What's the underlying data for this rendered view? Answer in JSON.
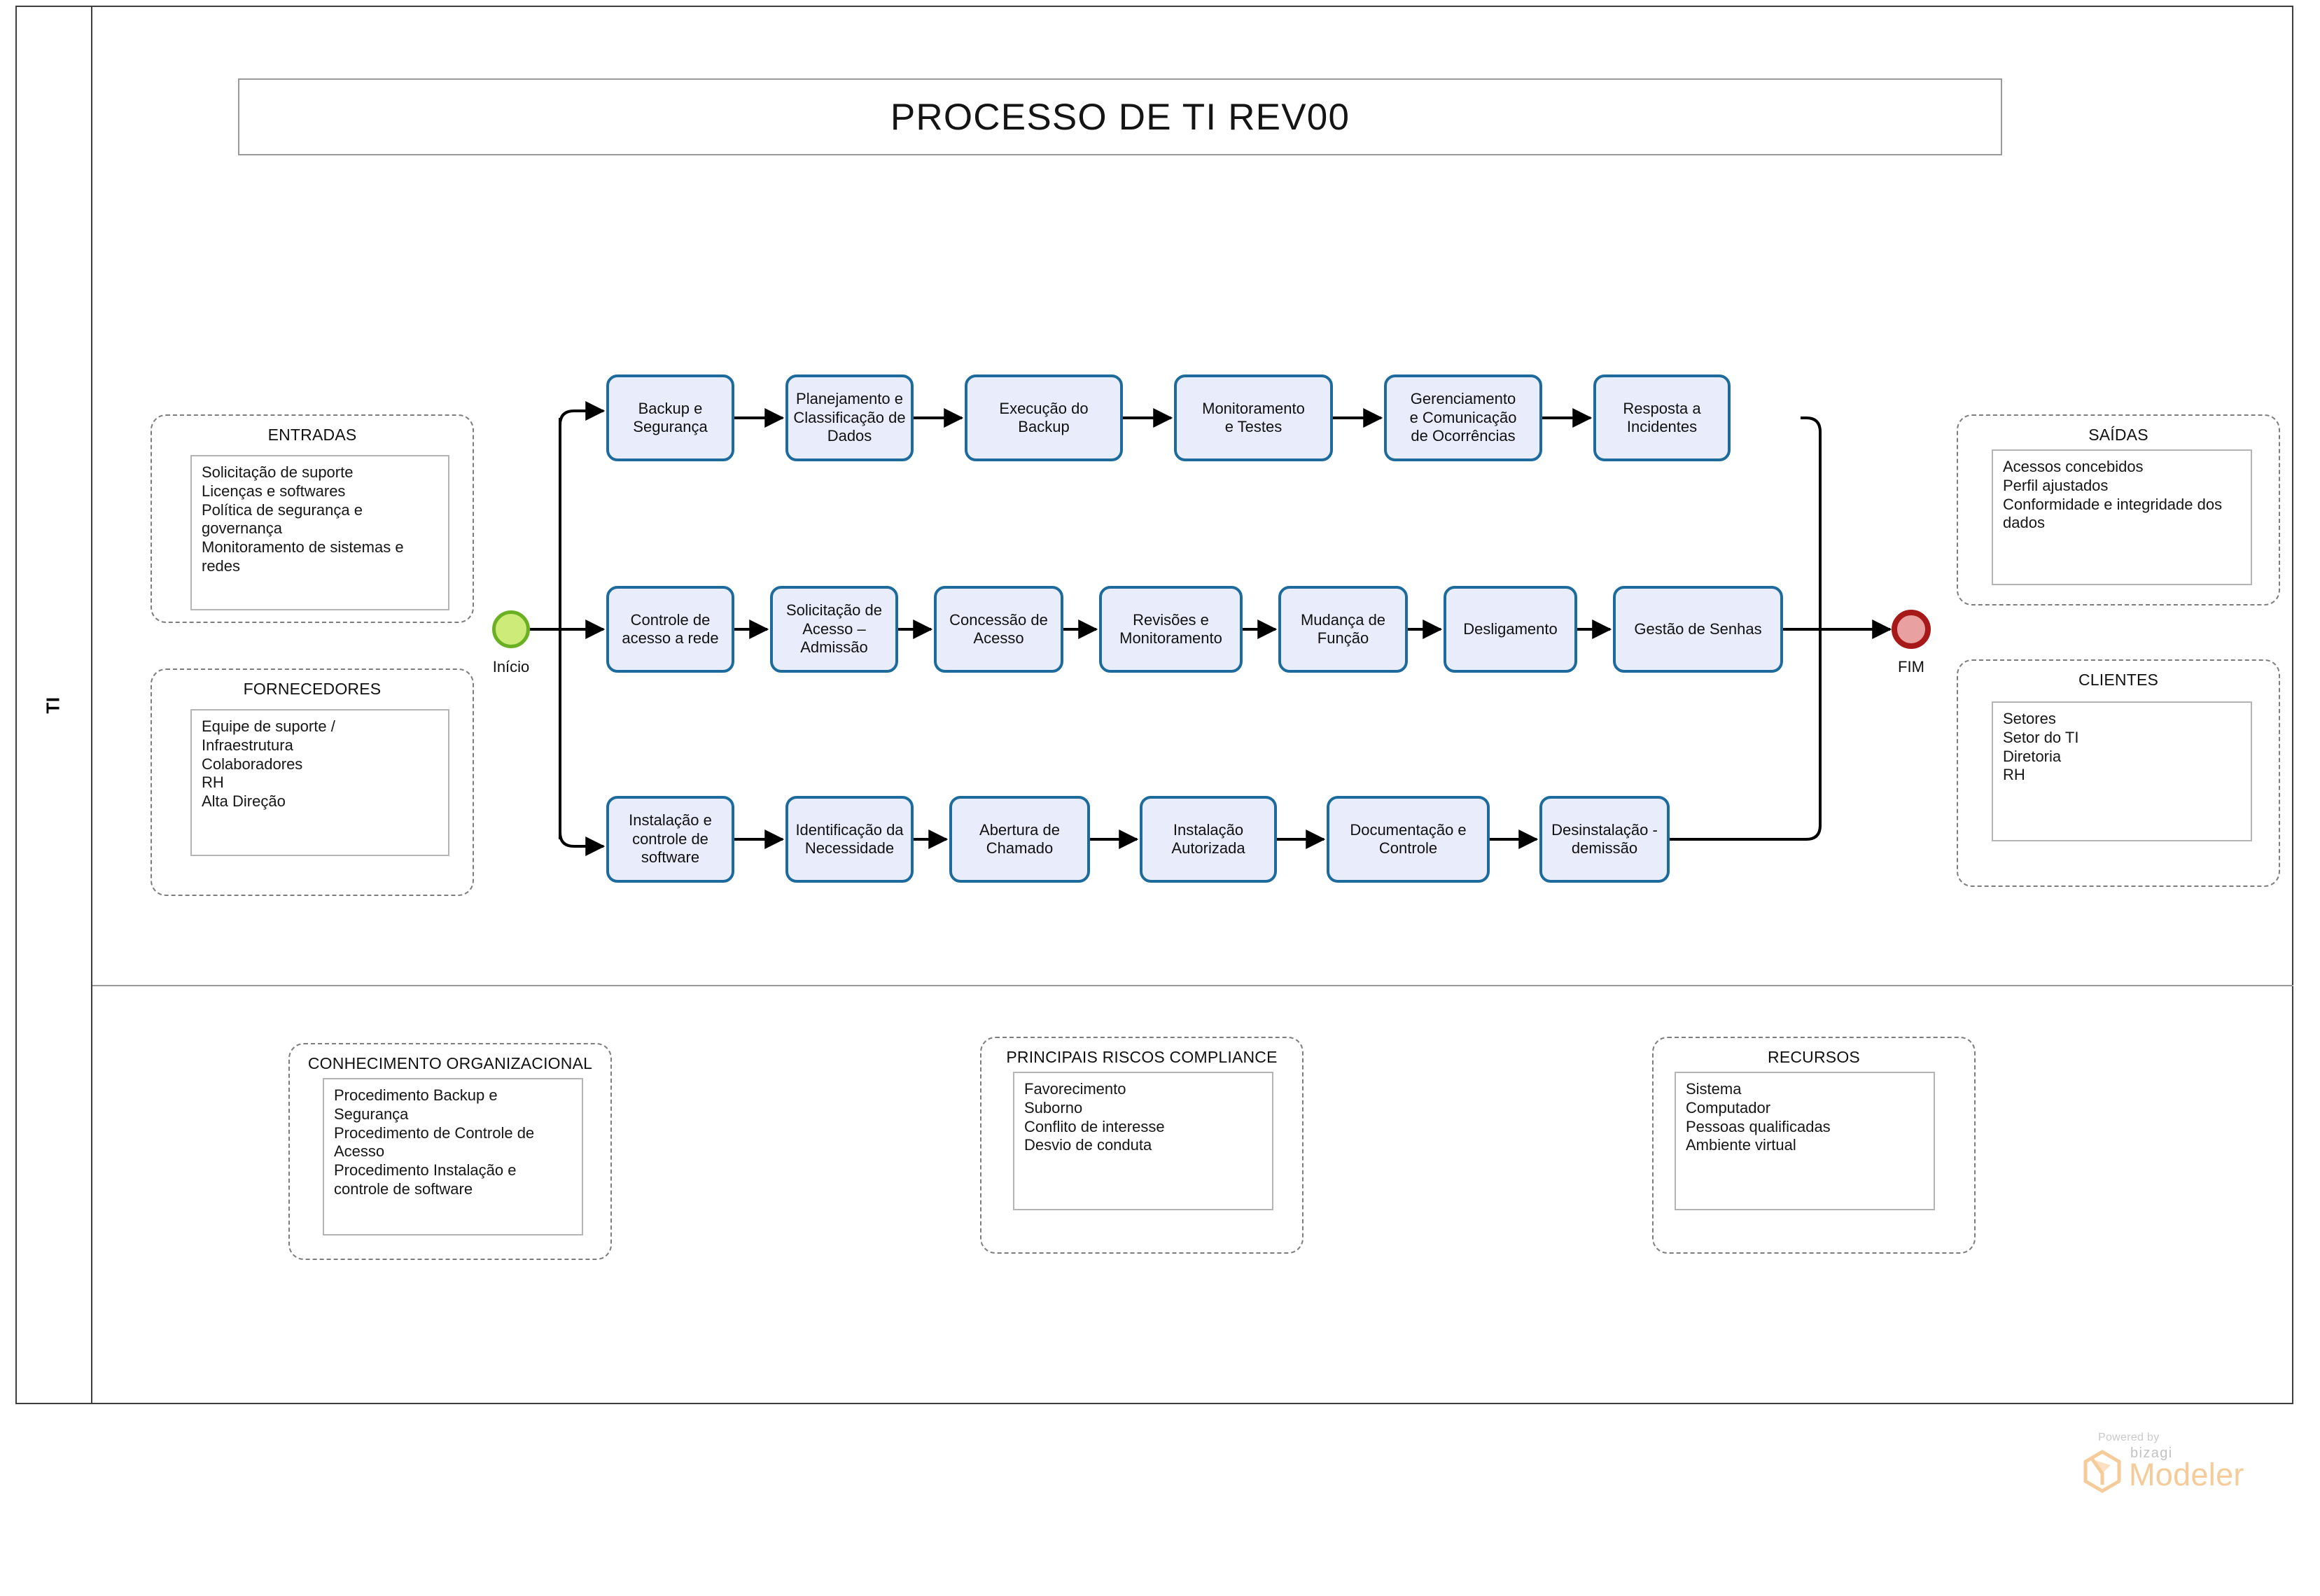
{
  "title": "PROCESSO DE TI REV00",
  "lane": {
    "label": "TI"
  },
  "events": {
    "start": {
      "label": "Início",
      "fill": "#cdeb78",
      "stroke": "#6ab023"
    },
    "end": {
      "label": "FIM",
      "fill": "#e8a0a0",
      "stroke": "#a71818"
    }
  },
  "theme": {
    "task_fill": "#e9edfb",
    "task_stroke": "#1c6b9c",
    "group_stroke": "#7d7d7d",
    "inner_box_stroke": "#b4b4b4",
    "pool_stroke": "#3d3d3d"
  },
  "rows": [
    {
      "name": "backup-row",
      "tasks": [
        {
          "label": "Backup e\nSegurança"
        },
        {
          "label": "Planejamento e\nClassificação de\nDados"
        },
        {
          "label": "Execução do\nBackup"
        },
        {
          "label": "Monitoramento\ne Testes"
        },
        {
          "label": "Gerenciamento\ne Comunicação\nde Ocorrências"
        },
        {
          "label": "Resposta a\nIncidentes"
        }
      ]
    },
    {
      "name": "acesso-row",
      "tasks": [
        {
          "label": "Controle de\nacesso a rede"
        },
        {
          "label": "Solicitação de\nAcesso –\nAdmissão"
        },
        {
          "label": "Concessão de\nAcesso"
        },
        {
          "label": "Revisões e\nMonitoramento"
        },
        {
          "label": "Mudança de\nFunção"
        },
        {
          "label": "Desligamento"
        },
        {
          "label": "Gestão de Senhas"
        }
      ]
    },
    {
      "name": "software-row",
      "tasks": [
        {
          "label": "Instalação e\ncontrole de\nsoftware"
        },
        {
          "label": "Identificação da\nNecessidade"
        },
        {
          "label": "Abertura de\nChamado"
        },
        {
          "label": "Instalação\nAutorizada"
        },
        {
          "label": "Documentação e\nControle"
        },
        {
          "label": "Desinstalação -\ndemissão"
        }
      ]
    }
  ],
  "groups": {
    "entradas": {
      "title": "ENTRADAS",
      "items": "Solicitação de suporte\nLicenças e softwares\nPolítica de segurança e\ngovernança\nMonitoramento de sistemas e\nredes"
    },
    "fornecedores": {
      "title": "FORNECEDORES",
      "items": "Equipe de suporte /\nInfraestrutura\nColaboradores\nRH\nAlta Direção"
    },
    "saidas": {
      "title": "SAÍDAS",
      "items": "Acessos concebidos\nPerfil ajustados\nConformidade e integridade dos\ndados"
    },
    "clientes": {
      "title": "CLIENTES",
      "items": "Setores\nSetor do TI\nDiretoria\nRH"
    },
    "conhecimento": {
      "title": "CONHECIMENTO ORGANIZACIONAL",
      "items": "Procedimento Backup e\nSegurança\nProcedimento de Controle de\nAcesso\nProcedimento Instalação e\ncontrole de software"
    },
    "riscos": {
      "title": "PRINCIPAIS RISCOS COMPLIANCE",
      "items": "Favorecimento\nSuborno\nConflito de interesse\nDesvio de conduta"
    },
    "recursos": {
      "title": "RECURSOS",
      "items": "Sistema\nComputador\nPessoas qualificadas\nAmbiente virtual"
    }
  },
  "footer": {
    "powered": "Powered by",
    "brand": "bizagi",
    "product": "Modeler"
  }
}
